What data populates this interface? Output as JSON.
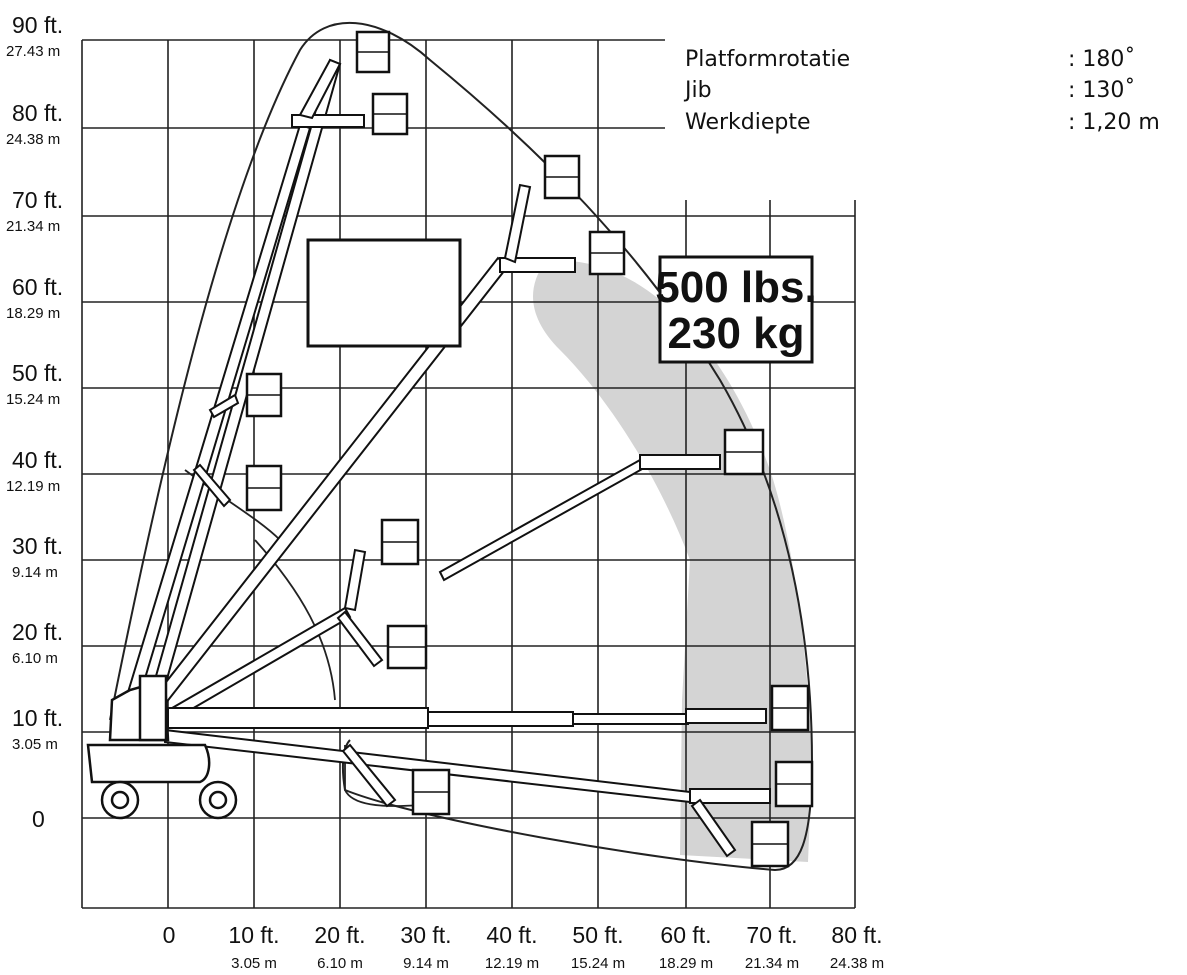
{
  "specs": [
    {
      "label": "Platformrotatie",
      "value": ": 180˚"
    },
    {
      "label": "Jib",
      "value": ": 130˚"
    },
    {
      "label": "Werkdiepte",
      "value": ": 1,20 m"
    }
  ],
  "capacity": {
    "line1": "500 lbs.",
    "line2": "230 kg"
  },
  "y_axis": [
    {
      "ft": "90 ft.",
      "m": "27.43 m"
    },
    {
      "ft": "80 ft.",
      "m": "24.38 m"
    },
    {
      "ft": "70 ft.",
      "m": "21.34 m"
    },
    {
      "ft": "60 ft.",
      "m": "18.29 m"
    },
    {
      "ft": "50 ft.",
      "m": "15.24 m"
    },
    {
      "ft": "40 ft.",
      "m": "12.19 m"
    },
    {
      "ft": "30 ft.",
      "m": "9.14 m"
    },
    {
      "ft": "20 ft.",
      "m": "6.10 m"
    },
    {
      "ft": "10 ft.",
      "m": "3.05 m"
    },
    {
      "ft": "0",
      "m": ""
    }
  ],
  "x_axis": [
    {
      "ft": "0",
      "m": ""
    },
    {
      "ft": "10 ft.",
      "m": "3.05 m"
    },
    {
      "ft": "20 ft.",
      "m": "6.10 m"
    },
    {
      "ft": "30 ft.",
      "m": "9.14 m"
    },
    {
      "ft": "40 ft.",
      "m": "12.19 m"
    },
    {
      "ft": "50 ft.",
      "m": "15.24 m"
    },
    {
      "ft": "60 ft.",
      "m": "18.29 m"
    },
    {
      "ft": "70 ft.",
      "m": "21.34 m"
    },
    {
      "ft": "80 ft.",
      "m": "24.38 m"
    }
  ]
}
